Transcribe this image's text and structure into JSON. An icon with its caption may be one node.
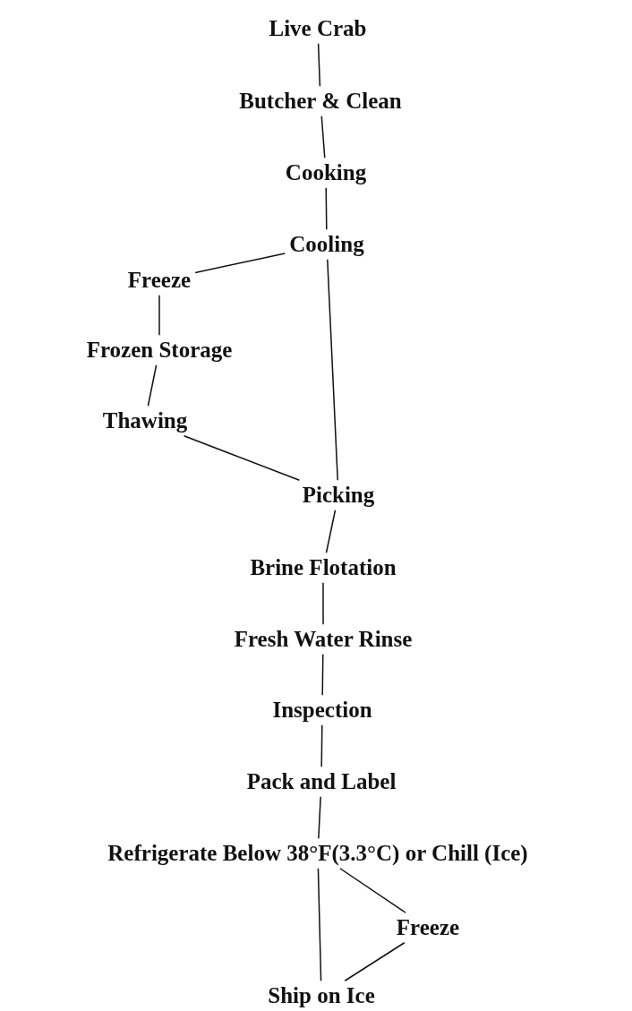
{
  "diagram": {
    "nodes": [
      {
        "text": [
          "Live Crab"
        ]
      },
      {
        "text": [
          "Butcher & Clean"
        ]
      },
      {
        "text": [
          "Cooking"
        ]
      },
      {
        "text": [
          "Cooling"
        ]
      },
      {
        "text": [
          "Freeze"
        ]
      },
      {
        "text": [
          "Frozen Storage"
        ]
      },
      {
        "text": [
          "Thawing"
        ]
      },
      {
        "text": [
          "Picking"
        ]
      },
      {
        "text": [
          "Brine Flotation"
        ]
      },
      {
        "text": [
          "Fresh Water Rinse"
        ]
      },
      {
        "text": [
          "Inspection"
        ]
      },
      {
        "text": [
          "Pack and Label"
        ]
      },
      {
        "text": [
          "Refrigerate Below 38°F(3.3°C) or Chill (Ice)"
        ]
      },
      {
        "text": [
          "Freeze"
        ]
      },
      {
        "text": [
          "Ship on Ice"
        ]
      }
    ],
    "edges": [
      {
        "from": 0,
        "to": 1,
        "arrow": "none"
      },
      {
        "from": 1,
        "to": 2,
        "arrow": "none"
      },
      {
        "from": 2,
        "to": 3,
        "arrow": "none"
      },
      {
        "from": 3,
        "to": 4,
        "arrow": "none"
      },
      {
        "from": 3,
        "to": 7,
        "arrow": "none"
      },
      {
        "from": 4,
        "to": 5,
        "arrow": "none"
      },
      {
        "from": 5,
        "to": 6,
        "arrow": "none"
      },
      {
        "from": 6,
        "to": 7,
        "arrow": "none"
      },
      {
        "from": 7,
        "to": 8,
        "arrow": "none"
      },
      {
        "from": 8,
        "to": 9,
        "arrow": "none"
      },
      {
        "from": 9,
        "to": 10,
        "arrow": "none"
      },
      {
        "from": 10,
        "to": 11,
        "arrow": "none"
      },
      {
        "from": 11,
        "to": 12,
        "arrow": "none"
      },
      {
        "from": 12,
        "to": 13,
        "arrow": "none"
      },
      {
        "from": 12,
        "to": 14,
        "arrow": "none"
      },
      {
        "from": 13,
        "to": 14,
        "arrow": "none"
      }
    ]
  }
}
